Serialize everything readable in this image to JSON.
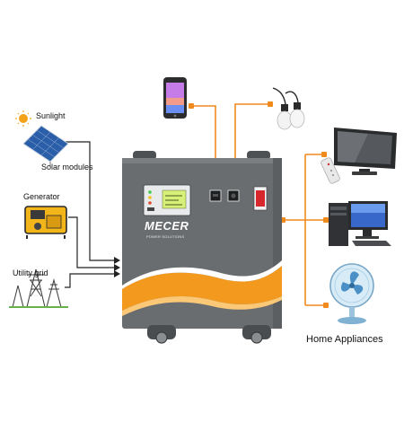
{
  "inputs": {
    "sunlight": "Sunlight",
    "solar_modules": "Solar modules",
    "generator": "Generator",
    "utility_grid": "Utility grid"
  },
  "device": {
    "brand": "MECER",
    "tagline": "POWER SOLUTIONS"
  },
  "outputs": {
    "home_appliances": "Home Appliances"
  },
  "colors": {
    "connector": "#f08a1c",
    "input_line": "#222222",
    "cabinet": "#6a6d70",
    "swoosh": "#f39a1e",
    "screen": "#d7f07a"
  },
  "icons": [
    "sun-icon",
    "solar-panel-icon",
    "generator-icon",
    "pylon-icon",
    "phone-icon",
    "bulb-icon",
    "tv-icon",
    "remote-icon",
    "computer-icon",
    "fan-icon"
  ]
}
